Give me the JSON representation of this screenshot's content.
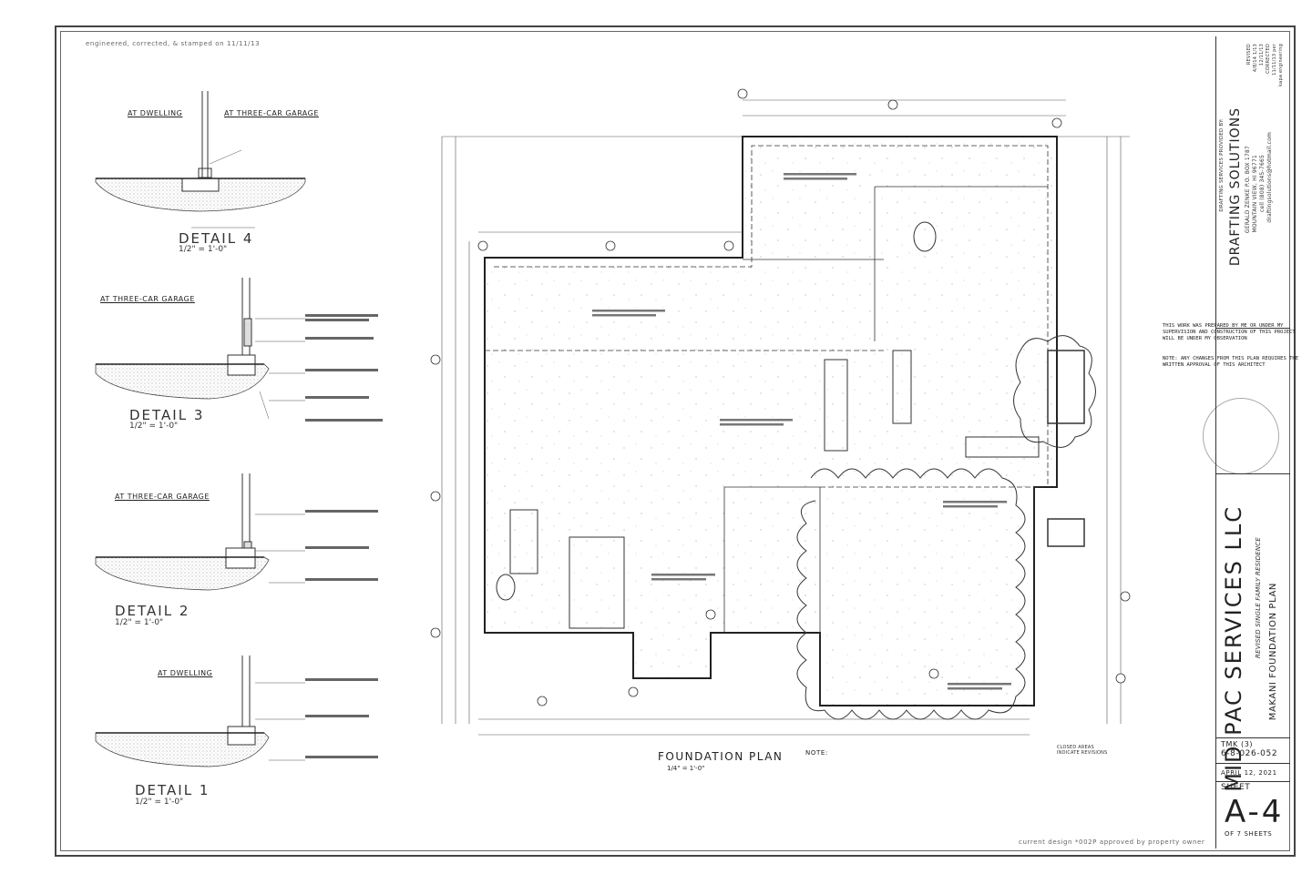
{
  "header_note": "engineered, corrected, & stamped on 11/11/13",
  "footer_note": "current design *002P approved by property owner",
  "details": [
    {
      "title": "DETAIL 4",
      "scale": "1/2\" = 1'-0\"",
      "labels": [
        "AT DWELLING",
        "AT THREE-CAR GARAGE"
      ]
    },
    {
      "title": "DETAIL 3",
      "scale": "1/2\" = 1'-0\"",
      "labels": [
        "AT THREE-CAR GARAGE"
      ]
    },
    {
      "title": "DETAIL 2",
      "scale": "1/2\" = 1'-0\"",
      "labels": [
        "AT THREE-CAR GARAGE"
      ]
    },
    {
      "title": "DETAIL 1",
      "scale": "1/2\" = 1'-0\"",
      "labels": [
        "AT DWELLING"
      ]
    }
  ],
  "plan": {
    "title": "FOUNDATION PLAN",
    "scale": "1/4\" = 1'-0\"",
    "note_label": "NOTE:",
    "revision_label": "CLOSED AREAS INDICATE REVISIONS"
  },
  "supervision_note": "THIS WORK WAS PREPARED BY ME OR UNDER MY SUPERVISION AND CONSTRUCTION OF THIS PROJECT WILL BE UNDER MY OBSERVATION",
  "approval_note": "NOTE: ANY CHANGES FROM THIS PLAN REQUIRES THE WRITTEN APPROVAL OF THIS ARCHITECT",
  "title_block": {
    "provider": "DRAFTING SERVICES PROVIDED BY:",
    "firm": "DRAFTING SOLUTIONS",
    "firm_lines": [
      "GERALD ZENKE P.O. BOX 1787",
      "MOUNTAIN VIEW, HI 96771",
      "cell (808) 345-7665",
      "draftingsolutions@hotmail.com"
    ],
    "revisions": [
      "REVISED",
      "4/8/14 1/13",
      "12/11/13",
      "CORRECTED",
      "11/11/13 per",
      "kapa engineering"
    ],
    "client": "MID PAC SERVICES LLC",
    "project": "REVISED SINGLE FAMILY RESIDENCE",
    "sheet_title": "MAKANI FOUNDATION PLAN",
    "tmk_label": "TMK (3)",
    "tmk_value": "6-8-026-052",
    "date": "APRIL 12, 2021",
    "sheet_label": "SHEET",
    "sheet_number": "A-4",
    "sheet_of": "OF 7 SHEETS"
  }
}
